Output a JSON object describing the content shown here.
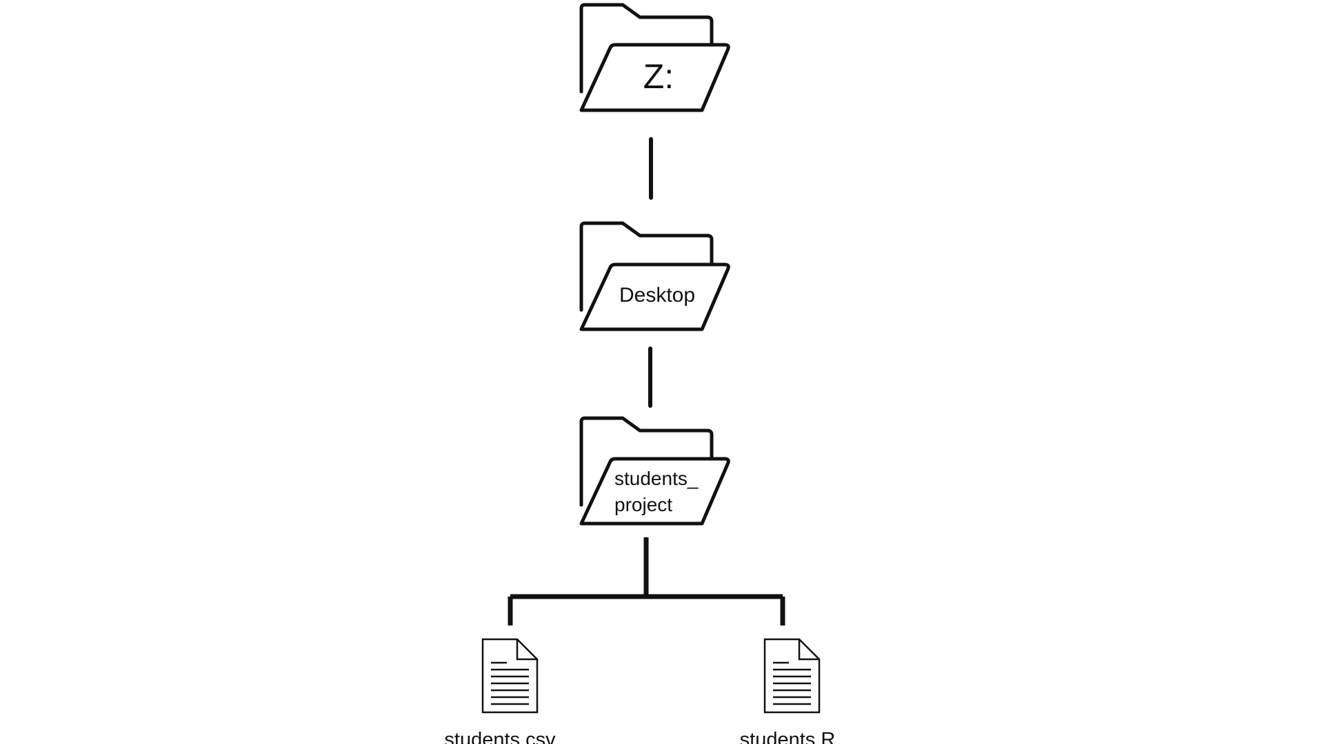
{
  "diagram": {
    "nodes": [
      {
        "id": "z-drive",
        "type": "folder",
        "label_lines": [
          "Z:"
        ]
      },
      {
        "id": "desktop",
        "type": "folder",
        "label_lines": [
          "Desktop"
        ]
      },
      {
        "id": "students-project",
        "type": "folder",
        "label_lines": [
          "students_",
          "project"
        ]
      },
      {
        "id": "students-csv",
        "type": "file",
        "label": "students.csv"
      },
      {
        "id": "students-r",
        "type": "file",
        "label": "students.R"
      }
    ],
    "edges": [
      {
        "from": "z-drive",
        "to": "desktop"
      },
      {
        "from": "desktop",
        "to": "students-project"
      },
      {
        "from": "students-project",
        "to": "students-csv"
      },
      {
        "from": "students-project",
        "to": "students-r"
      }
    ]
  }
}
